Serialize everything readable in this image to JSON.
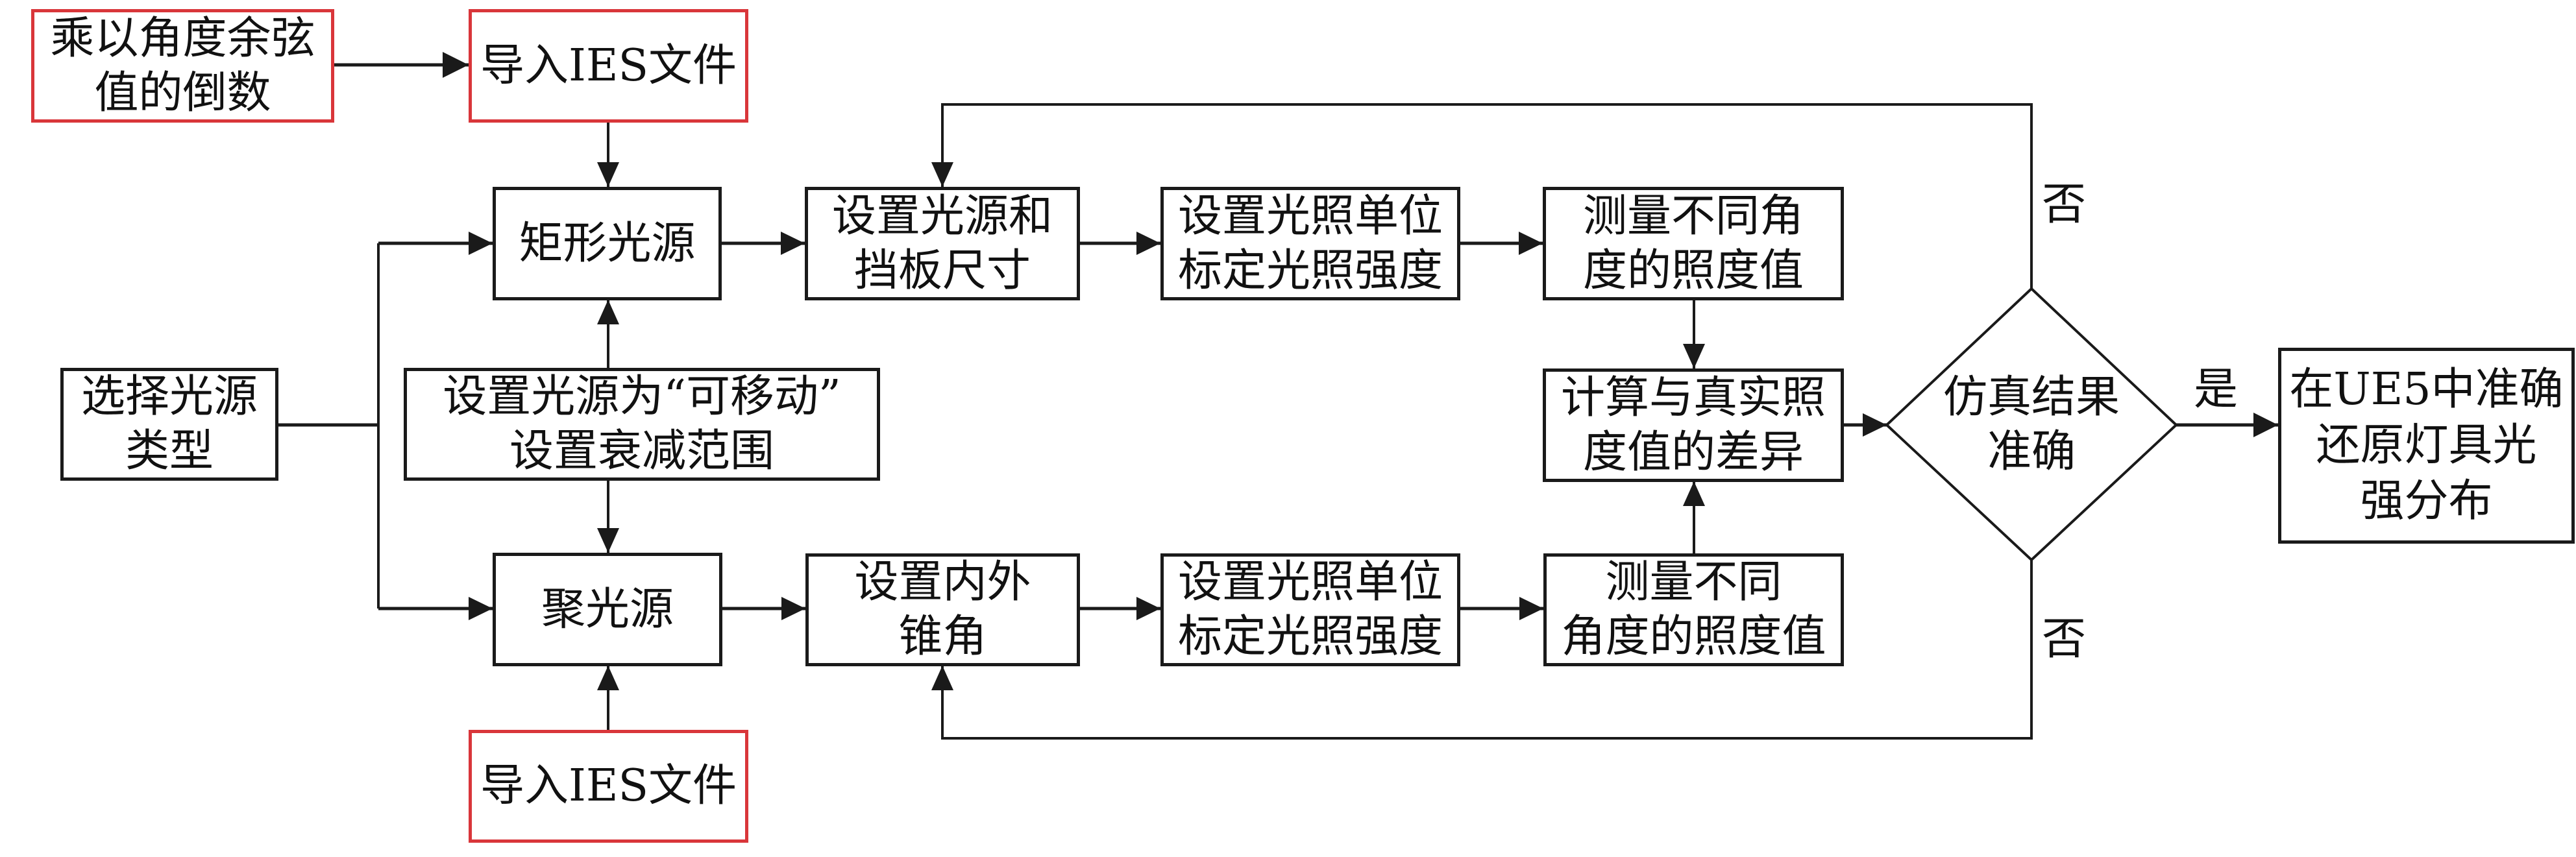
{
  "colors": {
    "line": "#1a1a1a",
    "text": "#111111",
    "highlight_border": "#d9363a",
    "background": "#ffffff"
  },
  "nodes": {
    "cosine_reciprocal": {
      "label": "乘以角度余弦\n值的倒数",
      "highlight": true
    },
    "import_ies_top": {
      "label": "导入IES文件",
      "highlight": true
    },
    "select_light_type": {
      "label": "选择光源\n类型",
      "highlight": false
    },
    "rect_light": {
      "label": "矩形光源",
      "highlight": false
    },
    "movable_attenuation": {
      "label": "设置光源为“可移动”\n设置衰减范围",
      "highlight": false
    },
    "spot_light": {
      "label": "聚光源",
      "highlight": false
    },
    "import_ies_bottom": {
      "label": "导入IES文件",
      "highlight": true
    },
    "set_size_baffle": {
      "label": "设置光源和\n挡板尺寸",
      "highlight": false
    },
    "set_cone_angles": {
      "label": "设置内外\n锥角",
      "highlight": false
    },
    "calib_upper": {
      "label": "设置光照单位\n标定光照强度",
      "highlight": false
    },
    "calib_lower": {
      "label": "设置光照单位\n标定光照强度",
      "highlight": false
    },
    "measure_upper": {
      "label": "测量不同角\n度的照度值",
      "highlight": false
    },
    "measure_lower": {
      "label": "测量不同\n角度的照度值",
      "highlight": false
    },
    "compute_diff": {
      "label": "计算与真实照\n度值的差异",
      "highlight": false
    },
    "decision": {
      "label": "仿真结果\n准确"
    },
    "final_result": {
      "label": "在UE5中准确\n还原灯具光\n强分布",
      "highlight": false
    }
  },
  "edge_labels": {
    "no_top": "否",
    "no_bottom": "否",
    "yes": "是"
  },
  "edges": [
    {
      "from": "cosine_reciprocal",
      "to": "import_ies_top"
    },
    {
      "from": "import_ies_top",
      "to": "rect_light"
    },
    {
      "from": "select_light_type",
      "to": "rect_light"
    },
    {
      "from": "select_light_type",
      "to": "spot_light"
    },
    {
      "from": "movable_attenuation",
      "to": "rect_light"
    },
    {
      "from": "movable_attenuation",
      "to": "spot_light"
    },
    {
      "from": "import_ies_bottom",
      "to": "spot_light"
    },
    {
      "from": "rect_light",
      "to": "set_size_baffle"
    },
    {
      "from": "set_size_baffle",
      "to": "calib_upper"
    },
    {
      "from": "calib_upper",
      "to": "measure_upper"
    },
    {
      "from": "measure_upper",
      "to": "compute_diff"
    },
    {
      "from": "spot_light",
      "to": "set_cone_angles"
    },
    {
      "from": "set_cone_angles",
      "to": "calib_lower"
    },
    {
      "from": "calib_lower",
      "to": "measure_lower"
    },
    {
      "from": "measure_lower",
      "to": "compute_diff"
    },
    {
      "from": "compute_diff",
      "to": "decision"
    },
    {
      "from": "decision",
      "to": "final_result",
      "label": "是"
    },
    {
      "from": "decision",
      "to": "set_size_baffle",
      "label": "否"
    },
    {
      "from": "decision",
      "to": "set_cone_angles",
      "label": "否"
    }
  ]
}
